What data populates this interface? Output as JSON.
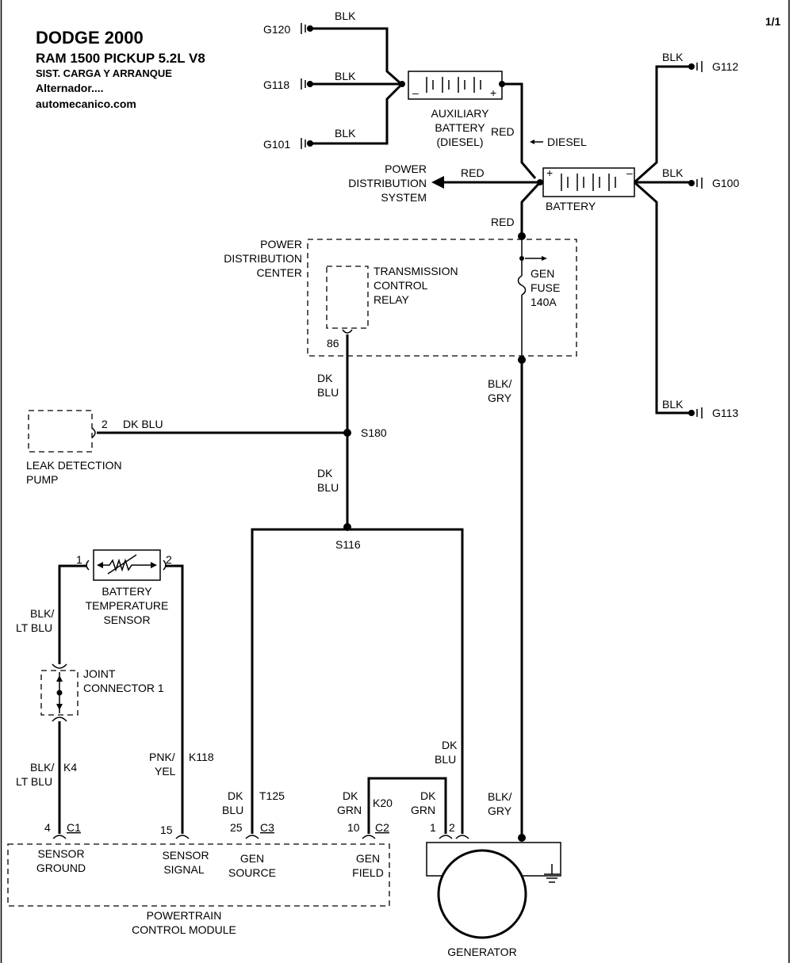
{
  "header": {
    "make_year": "DODGE  2000",
    "model": "RAM 1500 PICKUP  5.2L  V8",
    "system": "SIST. CARGA Y ARRANQUE",
    "subject": "Alternador....",
    "site": "automecanico.com",
    "page": "1/1"
  },
  "grounds": {
    "g120": "G120",
    "g118": "G118",
    "g101": "G101",
    "g112": "G112",
    "g100": "G100",
    "g113": "G113"
  },
  "colors": {
    "blk": "BLK",
    "red": "RED",
    "blk_gry_1": "BLK/",
    "blk_gry_2": "GRY",
    "dk": "DK",
    "blu": "BLU",
    "grn": "GRN",
    "blk_lt_blu_1": "BLK/",
    "blk_lt_blu_2": "LT BLU",
    "pnk": "PNK/",
    "yel": "YEL",
    "dk_blu": "DK BLU"
  },
  "components": {
    "aux_battery": [
      "AUXILIARY",
      "BATTERY",
      "(DIESEL)"
    ],
    "diesel": "DIESEL",
    "battery": "BATTERY",
    "power_distribution_system": [
      "POWER",
      "DISTRIBUTION",
      "SYSTEM"
    ],
    "power_distribution_center": [
      "POWER",
      "DISTRIBUTION",
      "CENTER"
    ],
    "transmission_control_relay": [
      "TRANSMISSION",
      "CONTROL",
      "RELAY"
    ],
    "gen_fuse": [
      "GEN",
      "FUSE",
      "140A"
    ],
    "leak_detection_pump": [
      "LEAK DETECTION",
      "PUMP"
    ],
    "battery_temp_sensor": [
      "BATTERY",
      "TEMPERATURE",
      "SENSOR"
    ],
    "joint_connector": [
      "JOINT",
      "CONNECTOR 1"
    ],
    "pcm": [
      "POWERTRAIN",
      "CONTROL MODULE"
    ],
    "generator": "GENERATOR"
  },
  "splices": {
    "s180": "S180",
    "s116": "S116"
  },
  "circuits": {
    "k4": "K4",
    "k118": "K118",
    "t125": "T125",
    "k20": "K20"
  },
  "pins": {
    "relay_86": "86",
    "ldp_2": "2",
    "bts_1": "1",
    "bts_2": "2",
    "c1_pin": "4",
    "c1": "C1",
    "k118_pin": "15",
    "c3_pin": "25",
    "c3": "C3",
    "c2_pin": "10",
    "c2": "C2",
    "gen_1": "1",
    "gen_2": "2"
  },
  "pcm_terminals": {
    "sensor_ground": [
      "SENSOR",
      "GROUND"
    ],
    "sensor_signal": [
      "SENSOR",
      "SIGNAL"
    ],
    "gen_source": [
      "GEN",
      "SOURCE"
    ],
    "gen_field": [
      "GEN",
      "FIELD"
    ]
  }
}
